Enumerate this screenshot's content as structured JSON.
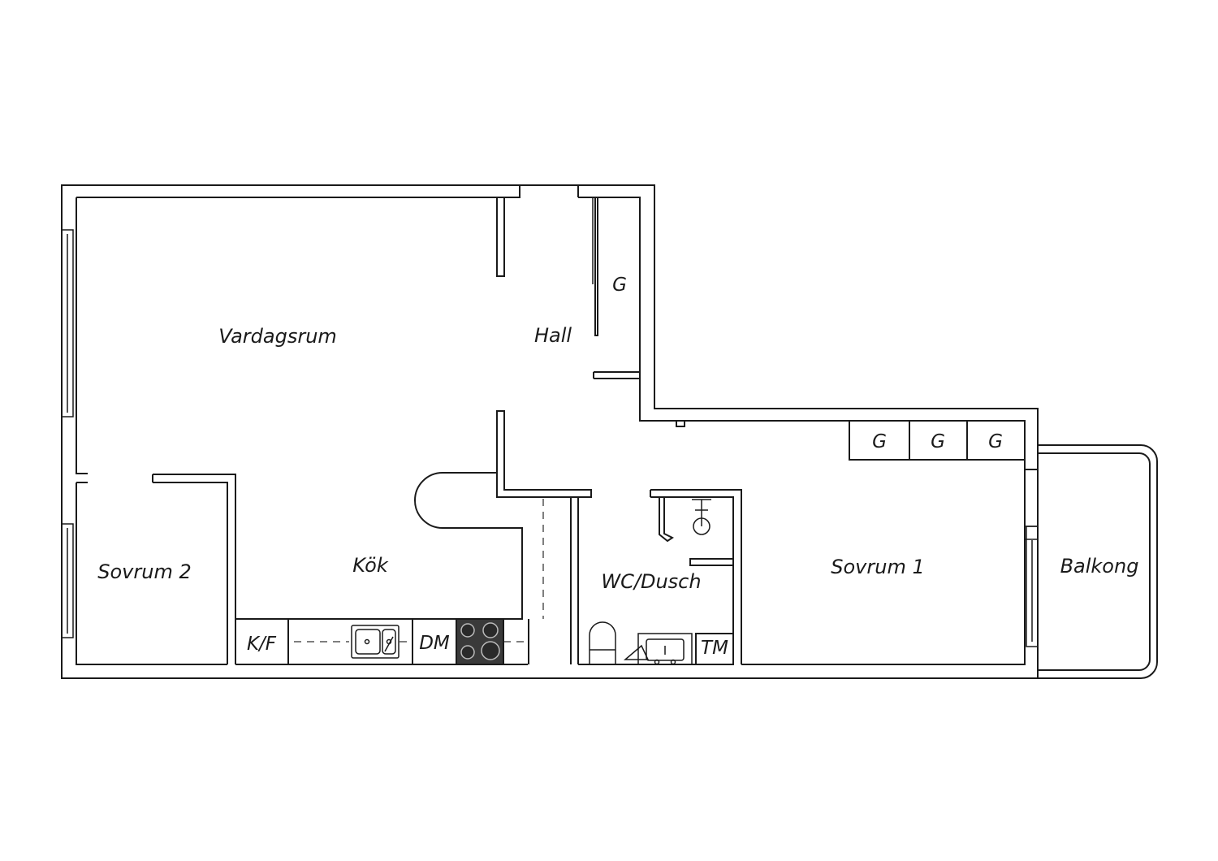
{
  "rooms": {
    "living": "Vardagsrum",
    "hall": "Hall",
    "bedroom2": "Sovrum 2",
    "kitchen": "Kök",
    "bath": "WC/Dusch",
    "bedroom1": "Sovrum 1",
    "balcony": "Balkong"
  },
  "fixtures": {
    "wardrobe_hall": "G",
    "wardrobe_1": "G",
    "wardrobe_2": "G",
    "wardrobe_3": "G",
    "fridge_freezer": "K/F",
    "dishwasher": "DM",
    "washer": "TM"
  },
  "colors": {
    "wall": "#1a1a1a",
    "stove": "#3a3a3a"
  }
}
